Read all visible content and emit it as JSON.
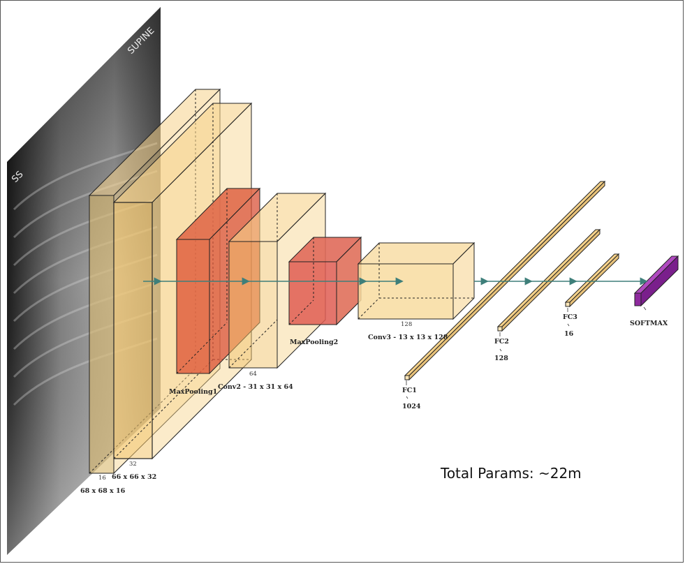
{
  "xray": {
    "marker_left": "SS",
    "marker_top": "SUPINE"
  },
  "layers": {
    "input": {
      "dim": "16",
      "label": "68 x 68 x 16"
    },
    "conv1": {
      "dim": "32",
      "label": "66 x 66 x 32"
    },
    "pool1": {
      "label": "MaxPooling1"
    },
    "conv2": {
      "dim": "64",
      "label": "Conv2 - 31 x 31 x 64"
    },
    "pool2": {
      "label": "MaxPooling2"
    },
    "conv3": {
      "dim": "128",
      "label": "Conv3 - 13 x 13 x 128"
    },
    "fc1": {
      "name": "FC1",
      "size": "1024"
    },
    "fc2": {
      "name": "FC2",
      "size": "128"
    },
    "fc3": {
      "name": "FC3",
      "size": "16"
    },
    "softmax": {
      "label": "SOFTMAX"
    }
  },
  "total_params": "Total Params: ~22m",
  "colors": {
    "conv": "#f6d28a",
    "pool": "#d9533a",
    "softmax": "#8e2a9e",
    "arrow": "#3e7f7a"
  }
}
